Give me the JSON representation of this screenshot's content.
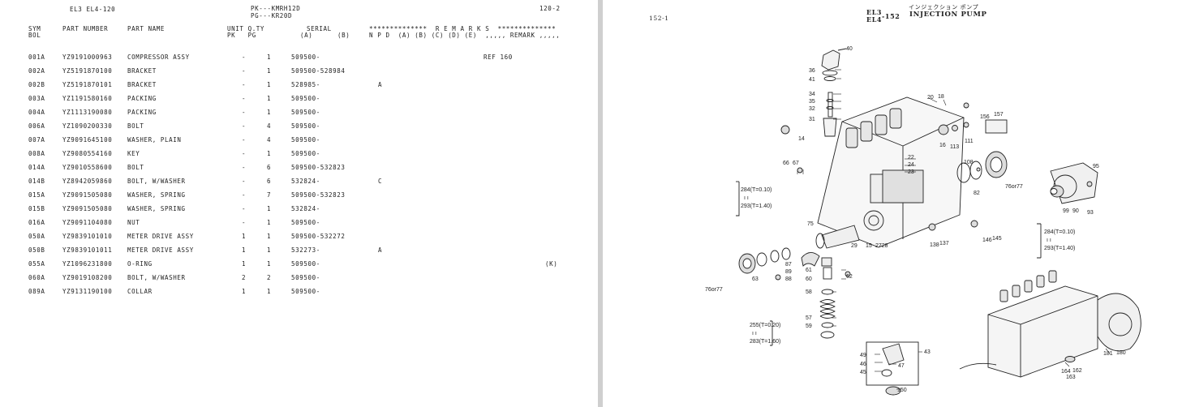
{
  "left": {
    "header_models": "EL3 EL4-120",
    "header_pk": "PK---KMRH12D",
    "header_pg": "PG---KR20D",
    "page_number": "120-2",
    "columns": {
      "sym_line1": "SYM",
      "sym_line2": "BOL",
      "part_number": "PART NUMBER",
      "part_name": "PART NAME",
      "unit_qty_line1": "UNIT Q.TY",
      "unit_qty_line2": "PK   PG",
      "serial_line1": "SERIAL",
      "serial_line2": "(A)      (B)",
      "remarks_line1": "**************  R E M A R K S  **************",
      "remarks_line2": "N P D  (A) (B) (C) (D) (E)  ,,,,, REMARK ,,,,,"
    },
    "rows": [
      {
        "sym": "001A",
        "pn": "YZ9191000963",
        "name": "COMPRESSOR ASSY",
        "pk": "-",
        "pg": "1",
        "serial": "509500-",
        "mark": "",
        "remark": "REF 160"
      },
      {
        "sym": "002A",
        "pn": "YZ5191870100",
        "name": "BRACKET",
        "pk": "-",
        "pg": "1",
        "serial": "509500-528984",
        "mark": "",
        "remark": ""
      },
      {
        "sym": "002B",
        "pn": "YZ5191870101",
        "name": "BRACKET",
        "pk": "-",
        "pg": "1",
        "serial": "528985-",
        "mark": "A",
        "remark": ""
      },
      {
        "sym": "003A",
        "pn": "YZ1191580160",
        "name": "PACKING",
        "pk": "-",
        "pg": "1",
        "serial": "509500-",
        "mark": "",
        "remark": ""
      },
      {
        "sym": "004A",
        "pn": "YZ1113190080",
        "name": "PACKING",
        "pk": "-",
        "pg": "1",
        "serial": "509500-",
        "mark": "",
        "remark": ""
      },
      {
        "sym": "006A",
        "pn": "YZ1090200330",
        "name": "BOLT",
        "pk": "-",
        "pg": "4",
        "serial": "509500-",
        "mark": "",
        "remark": ""
      },
      {
        "sym": "007A",
        "pn": "YZ9091645100",
        "name": "WASHER, PLAIN",
        "pk": "-",
        "pg": "4",
        "serial": "509500-",
        "mark": "",
        "remark": ""
      },
      {
        "sym": "008A",
        "pn": "YZ9080554160",
        "name": "KEY",
        "pk": "-",
        "pg": "1",
        "serial": "509500-",
        "mark": "",
        "remark": ""
      },
      {
        "sym": "014A",
        "pn": "YZ9010558600",
        "name": "BOLT",
        "pk": "-",
        "pg": "6",
        "serial": "509500-532823",
        "mark": "",
        "remark": ""
      },
      {
        "sym": "014B",
        "pn": "YZ8942059860",
        "name": "BOLT, W/WASHER",
        "pk": "-",
        "pg": "6",
        "serial": "532824-",
        "mark": "C",
        "remark": ""
      },
      {
        "sym": "015A",
        "pn": "YZ9091505080",
        "name": "WASHER, SPRING",
        "pk": "-",
        "pg": "7",
        "serial": "509500-532823",
        "mark": "",
        "remark": ""
      },
      {
        "sym": "015B",
        "pn": "YZ9091505080",
        "name": "WASHER, SPRING",
        "pk": "-",
        "pg": "1",
        "serial": "532824-",
        "mark": "",
        "remark": ""
      },
      {
        "sym": "016A",
        "pn": "YZ9091104080",
        "name": "NUT",
        "pk": "-",
        "pg": "1",
        "serial": "509500-",
        "mark": "",
        "remark": ""
      },
      {
        "sym": "050A",
        "pn": "YZ9839101010",
        "name": "METER DRIVE ASSY",
        "pk": "1",
        "pg": "1",
        "serial": "509500-532272",
        "mark": "",
        "remark": ""
      },
      {
        "sym": "050B",
        "pn": "YZ9839101011",
        "name": "METER DRIVE ASSY",
        "pk": "1",
        "pg": "1",
        "serial": "532273-",
        "mark": "A",
        "remark": ""
      },
      {
        "sym": "055A",
        "pn": "YZ1096231800",
        "name": "O-RING",
        "pk": "1",
        "pg": "1",
        "serial": "509500-",
        "mark": "",
        "remark": "(K)"
      },
      {
        "sym": "060A",
        "pn": "YZ9019108200",
        "name": "BOLT, W/WASHER",
        "pk": "2",
        "pg": "2",
        "serial": "509500-",
        "mark": "",
        "remark": ""
      },
      {
        "sym": "089A",
        "pn": "YZ9131190100",
        "name": "COLLAR",
        "pk": "1",
        "pg": "1",
        "serial": "509500-",
        "mark": "",
        "remark": ""
      }
    ]
  },
  "right": {
    "page_number": "152-1",
    "model_line1": "EL3",
    "model_line2": "EL4",
    "section_number": "-152",
    "title_jp": "インジェクション ポンプ",
    "title_en": "INJECTION PUMP",
    "callouts": [
      "40",
      "36",
      "41",
      "34",
      "35",
      "32",
      "31",
      "20",
      "18",
      "156",
      "157",
      "14",
      "16",
      "113",
      "111",
      "22",
      "24",
      "23",
      "66",
      "67",
      "108",
      "82",
      "76or77",
      "95",
      "99",
      "90",
      "93",
      "75",
      "61",
      "60",
      "87",
      "89",
      "88",
      "62",
      "58",
      "57",
      "59",
      "63",
      "29",
      "15",
      "2728",
      "138",
      "137",
      "146",
      "145",
      "181",
      "180",
      "164",
      "162",
      "163",
      "43",
      "49",
      "46",
      "45",
      "47",
      "150"
    ],
    "spec_a_line1": "284(T=0.10)",
    "spec_a_line2": "293(T=1.40)",
    "spec_b_line1": "284(T=0.10)",
    "spec_b_line2": "293(T=1.40)",
    "spec_c_line1": "255(T=0.20)",
    "spec_c_line2": "283(T=1.60)"
  }
}
